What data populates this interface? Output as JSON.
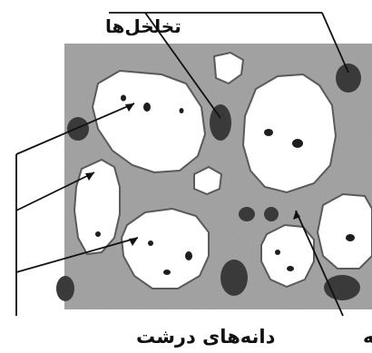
{
  "labels": {
    "inclusions": "تخلخل‌ها",
    "coarse_grains": "دانه‌های درشت",
    "matrix": "زمینه"
  },
  "colors": {
    "background": "#ffffff",
    "matrix_gray": "#9a9a9a",
    "grain_white": "#ffffff",
    "grain_outline": "#5a5a5a",
    "dark_particle": "#3a3a3a",
    "pore": "#1e1e1e",
    "leader_line": "#111111"
  }
}
